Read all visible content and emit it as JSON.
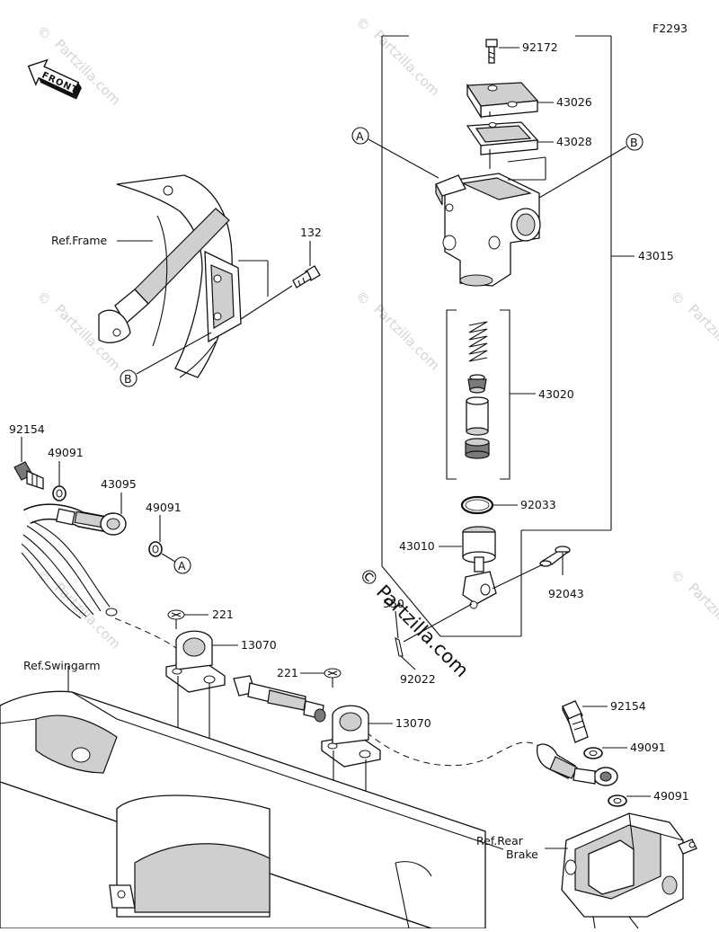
{
  "figure_code": "F2293",
  "front_label": "FRONT",
  "watermark_text": "Partzilla.com",
  "watermark_symbol": "©",
  "big_watermark": "© Partzilla.com",
  "refs": {
    "frame": "Ref.Frame",
    "swingarm": "Ref.Swingarm",
    "rear_brake_line1": "Ref.Rear",
    "rear_brake_line2": "Brake"
  },
  "callouts": {
    "a": "A",
    "b": "B"
  },
  "parts": {
    "p92172": "92172",
    "p43026": "43026",
    "p43028": "43028",
    "p43015": "43015",
    "p43020": "43020",
    "p92033": "92033",
    "p43010": "43010",
    "p92043": "92043",
    "p550": "550",
    "p92022": "92022",
    "p132": "132",
    "p92154_top": "92154",
    "p49091_a": "49091",
    "p43095": "43095",
    "p49091_b": "49091",
    "p221_a": "221",
    "p13070_a": "13070",
    "p221_b": "221",
    "p13070_b": "13070",
    "p92154_bottom": "92154",
    "p49091_c": "49091",
    "p49091_d": "49091"
  }
}
